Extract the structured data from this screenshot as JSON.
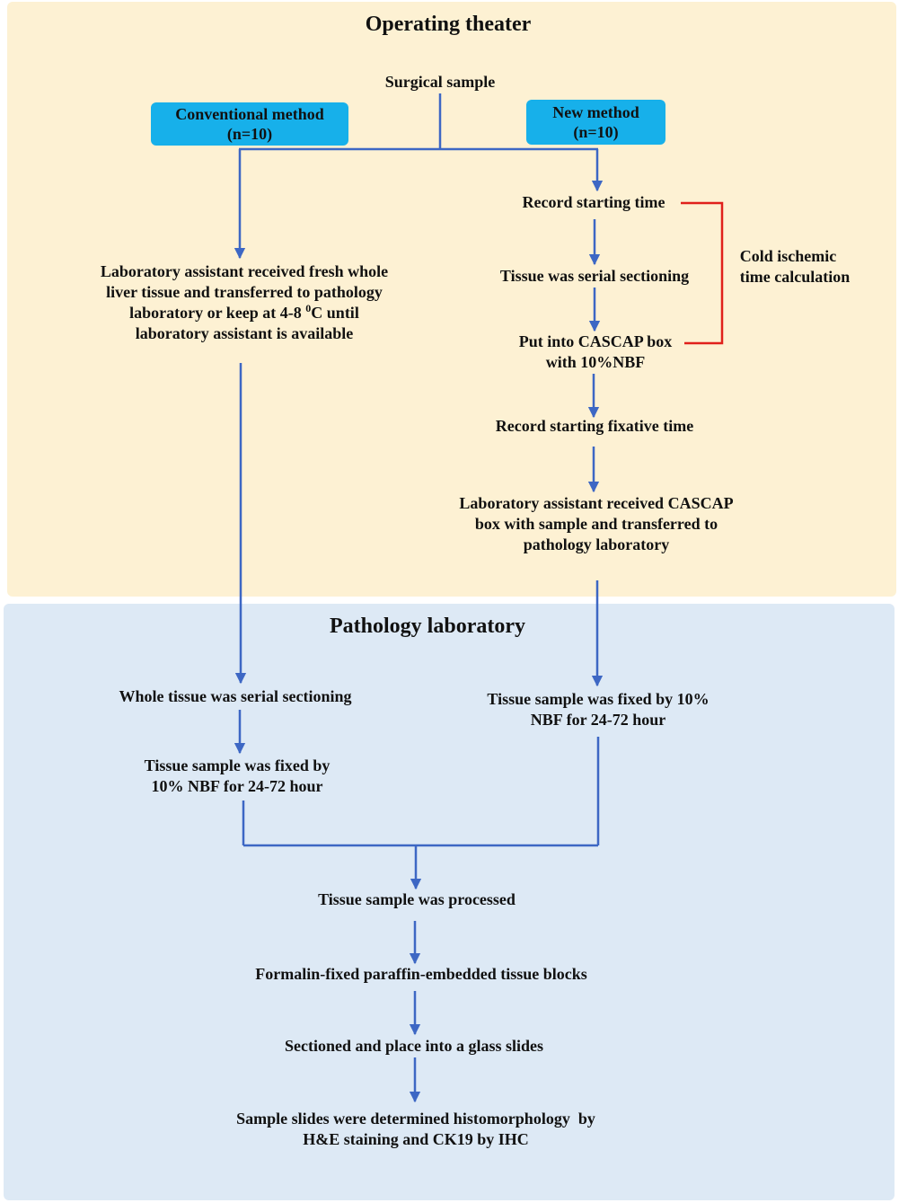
{
  "zones": {
    "operating": {
      "title": "Operating theater"
    },
    "laboratory": {
      "title": "Pathology laboratory"
    }
  },
  "colors": {
    "operating_bg": "#fdf1d3",
    "laboratory_bg": "#dde9f5",
    "method_box": "#17b0ea",
    "arrow": "#3d67c4",
    "bracket": "#e0201b"
  },
  "nodes": {
    "surgical_sample": "Surgical sample",
    "conventional": {
      "line1": "Conventional method",
      "line2": "(n=10)"
    },
    "new_method": {
      "line1": "New method",
      "line2": "(n=10)"
    },
    "record_start": "Record starting time",
    "serial_new": "Tissue was serial sectioning",
    "cascap_box": {
      "line1": "Put into CASCAP box",
      "line2": "with 10%NBF"
    },
    "cold_ischemic": {
      "line1": "Cold ischemic",
      "line2": "time calculation"
    },
    "record_fixative": "Record starting fixative time",
    "assistant_cascap": {
      "line1": "Laboratory assistant received CASCAP",
      "line2": "box with sample and transferred to",
      "line3": "pathology laboratory"
    },
    "assistant_fresh": {
      "line1": "Laboratory assistant received fresh whole",
      "line2": "liver tissue and transferred to pathology",
      "line3a": "laboratory or keep at 4-8 ",
      "line3_sup": "0",
      "line3b": "C until",
      "line4": "laboratory assistant is available"
    },
    "whole_serial": "Whole tissue was serial sectioning",
    "fixed_conv": {
      "line1": "Tissue sample was fixed by",
      "line2": "10% NBF for 24-72 hour"
    },
    "fixed_new": {
      "line1": "Tissue sample was fixed by 10%",
      "line2": "NBF for 24-72 hour"
    },
    "processed": "Tissue sample was processed",
    "ffpe": "Formalin-fixed paraffin-embedded tissue blocks",
    "sectioned": "Sectioned and place into a glass slides",
    "slides": {
      "line1": "Sample slides were determined histomorphology  by",
      "line2": "H&E staining and CK19 by IHC"
    }
  }
}
